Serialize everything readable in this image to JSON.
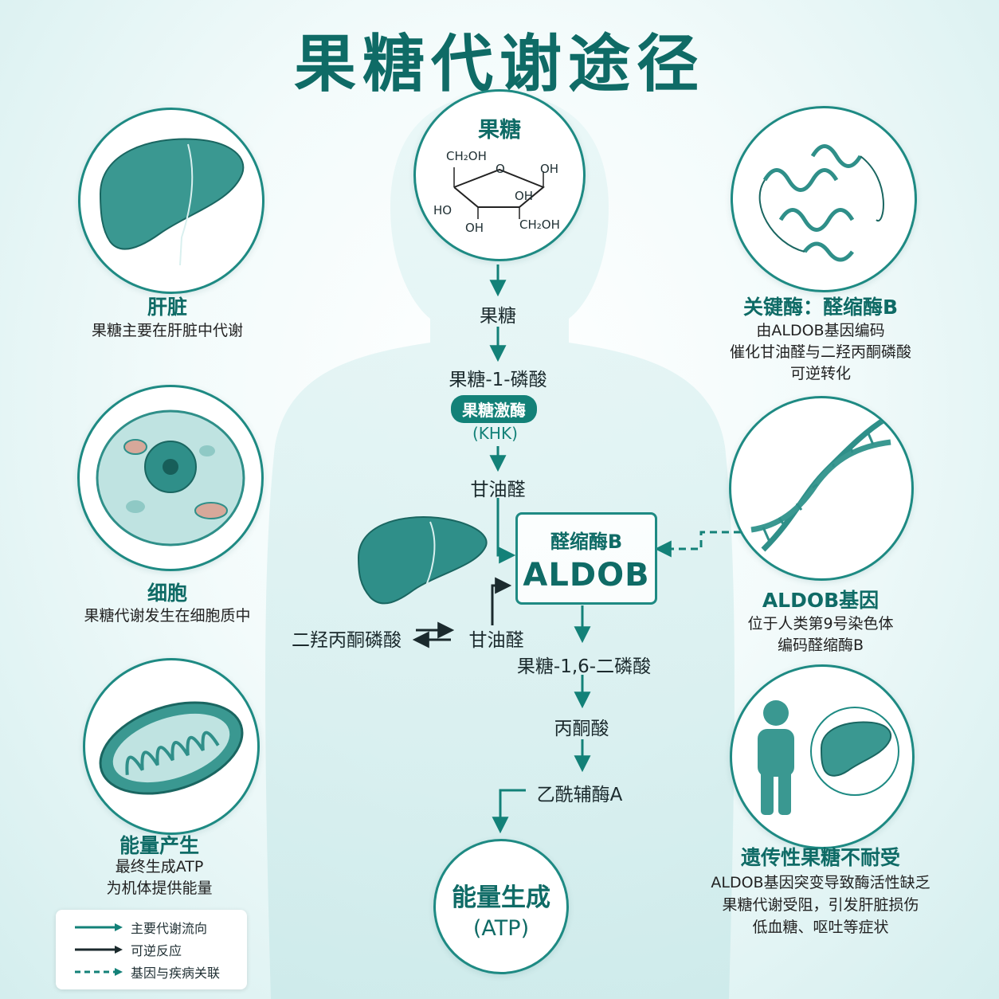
{
  "title": "果糖代谢途径",
  "top_circle": {
    "label": "果糖",
    "formula": {
      "ch2oh_top": "CH₂OH",
      "o": "O",
      "oh_right": "OH",
      "oh_mid": "OH",
      "ho_left": "HO",
      "oh_bottom": "OH",
      "ch2oh_bottom": "CH₂OH"
    }
  },
  "flow": {
    "step1": "果糖",
    "step2": "果糖-1-磷酸",
    "enzyme_khk_name": "果糖激酶",
    "enzyme_khk_abbr": "(KHK)",
    "step3": "甘油醛",
    "aldob_cn": "醛缩酶B",
    "aldob_en": "ALDOB",
    "dhap": "二羟丙酮磷酸",
    "glyceraldehyde2": "甘油醛",
    "f16bp": "果糖-1,6-二磷酸",
    "pyruvate": "丙酮酸",
    "acetyl_coa": "乙酰辅酶A",
    "energy_title": "能量生成",
    "energy_sub": "(ATP)"
  },
  "left": [
    {
      "title": "肝脏",
      "desc": [
        "果糖主要在肝脏中代谢"
      ]
    },
    {
      "title": "细胞",
      "desc": [
        "果糖代谢发生在细胞质中"
      ]
    },
    {
      "title": "能量产生",
      "desc": [
        "最终生成ATP",
        "为机体提供能量"
      ]
    }
  ],
  "right": [
    {
      "title": "关键酶：醛缩酶B",
      "desc": [
        "由ALDOB基因编码",
        "催化甘油醛与二羟丙酮磷酸",
        "可逆转化"
      ]
    },
    {
      "title": "ALDOB基因",
      "desc": [
        "位于人类第9号染色体",
        "编码醛缩酶B"
      ]
    },
    {
      "title": "遗传性果糖不耐受",
      "desc": [
        "ALDOB基因突变导致酶活性缺乏",
        "果糖代谢受阻，引发肝脏损伤",
        "低血糖、呕吐等症状"
      ]
    }
  ],
  "legend": [
    {
      "label": "主要代谢流向"
    },
    {
      "label": "可逆反应"
    },
    {
      "label": "基因与疾病关联"
    }
  ],
  "colors": {
    "primary": "#0f6b66",
    "accent": "#138178",
    "border": "#1e8a83",
    "reversible": "#1b2a2d"
  }
}
